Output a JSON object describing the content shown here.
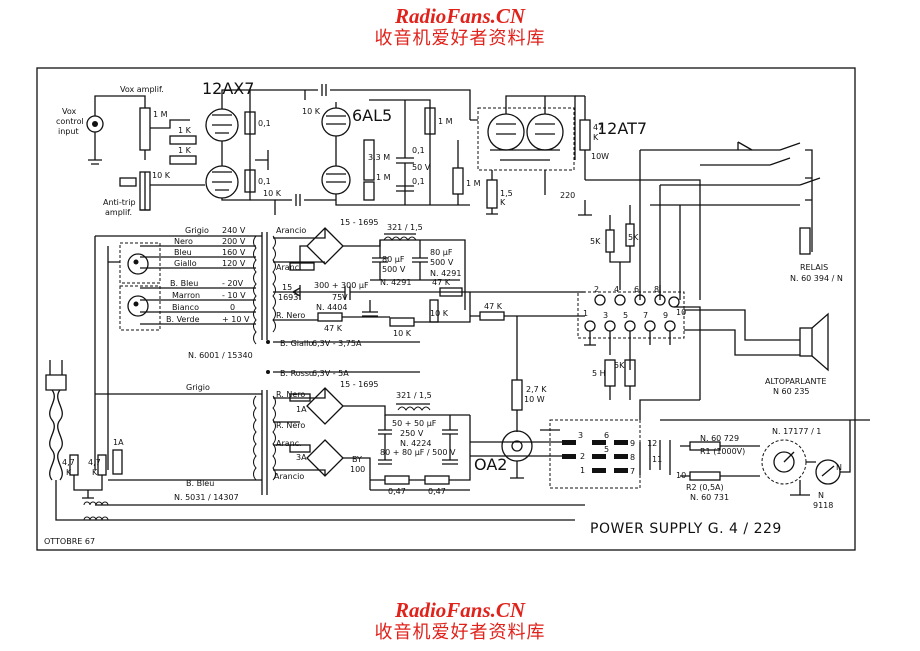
{
  "watermark": {
    "site": "RadioFans.CN",
    "chinese": "收音机爱好者资料库"
  },
  "tubes": {
    "v1": "12AX7",
    "v2": "6AL5",
    "v3": "12AT7",
    "v4": "OA2"
  },
  "inputs": {
    "vox_amplif": "Vox amplif.",
    "vox_control_1": "Vox",
    "vox_control_2": "control",
    "vox_control_3": "input",
    "anti_trip_1": "Anti-trip",
    "anti_trip_2": "amplif."
  },
  "components": {
    "r_1m": "1 M",
    "r_1k_a": "1 K",
    "r_1k_b": "1 K",
    "r_10k": "10 K",
    "c_01_a": "0,1",
    "c_01_b": "0,1",
    "c_10k_top": "10 K",
    "c_10k_mid": "10 K",
    "r_33m": "3,3 M",
    "r_1m_b": "1 M",
    "c_01_c": "0,1",
    "c_50v": "50 V",
    "c_01_d": "0,1",
    "r_1m_c": "1 M",
    "r_1m_d": "1 M",
    "r_15k": "1,5",
    "r_15k_k": "K",
    "r_47k": "47",
    "r_47k_k": "K",
    "r_10w": "10W",
    "r_220": "220",
    "r_5k": "5K",
    "r_5k_b": "5K",
    "r_27k": "2,7 K",
    "r_27k_w": "10 W",
    "r_1a": "1A",
    "r_47_a": "4,7",
    "r_47_ak": "K",
    "r_47_b": "4,7",
    "r_47_bk": "K",
    "r_5h": "5 H",
    "r_5k_c": "5K"
  },
  "transformer1": {
    "grigio": "Grigio",
    "v240": "240 V",
    "nero": "Nero",
    "v200": "200 V",
    "bleu": "Bleu",
    "v160": "160 V",
    "giallo": "Giallo",
    "v120": "120 V",
    "bbleu": "B. Bleu",
    "vm20": "- 20V",
    "marron": "Marron",
    "vm10": "- 10 V",
    "bianco": "Bianco",
    "v0": "0",
    "bverde": "B. Verde",
    "vp10": "+ 10 V",
    "arancio": "Arancio",
    "aranc": "Aranc.",
    "rnero": "R. Nero",
    "bgiallo": "B. Giallo",
    "fil1": "6,3V - 3,75A",
    "brosso": "B. Rosso",
    "fil2": "6,3V - 5A",
    "part": "N. 6001 / 15340"
  },
  "supply1": {
    "rect": "15 - 1695",
    "choke": "321 / 1,5",
    "c80a": "80 μF",
    "c500a": "500 V",
    "c80b": "80 μF",
    "c500b": "500 V",
    "n4291a": "N. 4291",
    "n4291b": "N. 4291",
    "rect2a": "15",
    "rect2b": "1693",
    "c300": "300 + 300 μF",
    "c75v": "75V",
    "n4404": "N. 4404",
    "r47k_a": "47 K",
    "r47k_b": "47 K",
    "r10k_a": "10 K",
    "r10k_b": "10 K",
    "r47k_c": "47 K"
  },
  "transformer2": {
    "grigio": "Grigio",
    "rnero_a": "R. Nero",
    "rnero_b": "R. Nero",
    "aranc": "Aranc.",
    "arancio": "Arancio",
    "bbleu": "B. Bleu",
    "part": "N. 5031 / 14307",
    "fuse1": "1A",
    "fuse2": "3A"
  },
  "supply2": {
    "rect": "15 - 1695",
    "choke": "321 / 1,5",
    "c50": "50 + 50 μF",
    "c250": "250 V",
    "n4224": "N. 4224",
    "by100_a": "BY",
    "by100_b": "100",
    "c80": "80 + 80 μF / 500 V",
    "r047_a": "0,47",
    "r047_b": "0,47"
  },
  "relay": {
    "label": "RELAIS",
    "part": "N. 60 394 / N",
    "r1": "N. 60 729",
    "r1b": "R1 (1000V)",
    "r2": "R2 (0,5A)",
    "r2b": "N. 60 731",
    "meter": "N. 17177 / 1",
    "n": "N",
    "n9118a": "N",
    "n9118b": "9118"
  },
  "speaker": {
    "label": "ALTOPARLANTE",
    "part": "N 60 235"
  },
  "sockets": {
    "s1": "1",
    "s2": "2",
    "s3": "3",
    "s4": "4",
    "s5": "5",
    "s6": "6",
    "s7": "7",
    "s8": "8",
    "s9": "9",
    "s10": "10",
    "t12": "12",
    "t10": "10",
    "t9": "9",
    "t11": "11",
    "t8": "8",
    "t7": "7",
    "t6": "6",
    "t5": "5",
    "t3": "3",
    "t2": "2",
    "t1": "1"
  },
  "title": "POWER SUPPLY G. 4 / 229",
  "date": "OTTOBRE 67"
}
